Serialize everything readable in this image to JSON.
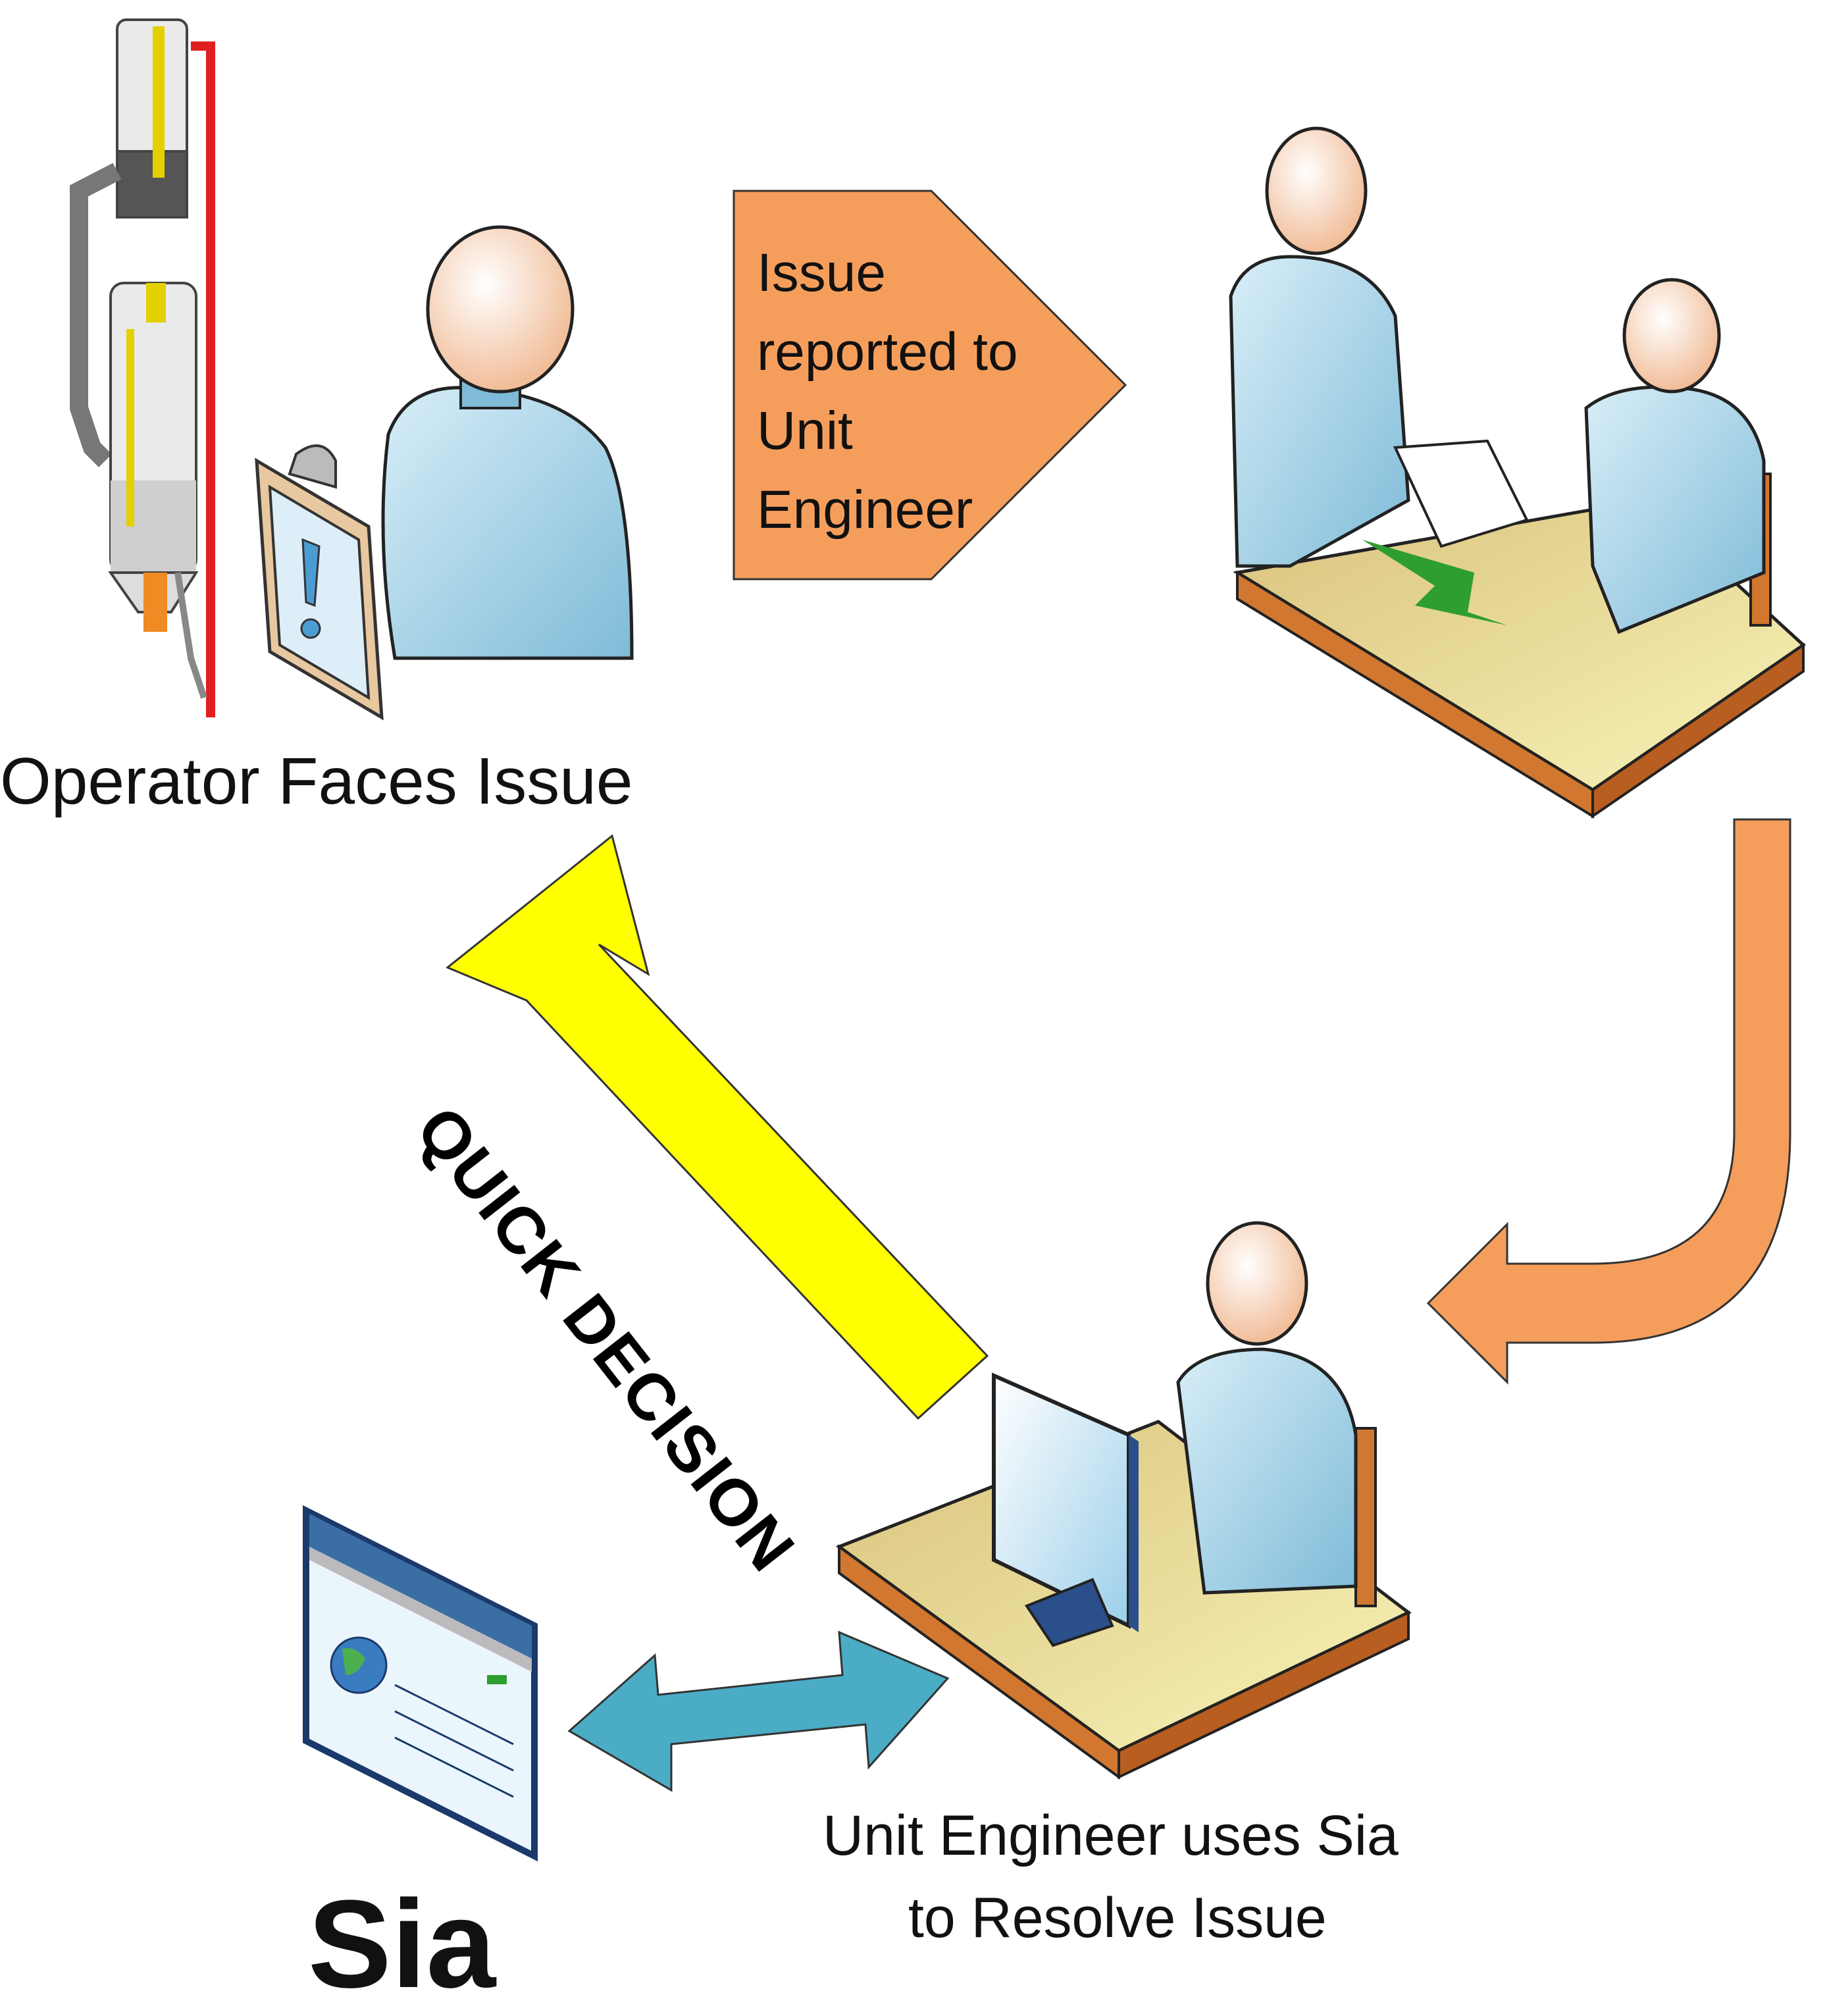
{
  "diagram": {
    "operator_label": "Operator Faces Issue",
    "report_label": "Issue reported to Unit Engineer",
    "quick_decision_label": "QUICK DECISION",
    "engineer_label_line1": "Unit Engineer uses Sia",
    "engineer_label_line2": "to Resolve Issue",
    "sia_label": "Sia"
  },
  "colors": {
    "orange_arrow": "#F59E5C",
    "yellow_arrow": "#FFFF00",
    "teal_arrow": "#4BACC6",
    "desk": "#E8D89A",
    "desk_side": "#D2772F",
    "person_body": "#A8D4E8",
    "person_skin": "#F5C6A5",
    "red_pipe": "#E02020",
    "green_arrow": "#2E9E2E"
  },
  "icons": [
    "reactor-icon",
    "clipboard-alert-icon",
    "person-icon",
    "document-icon",
    "desk-icon",
    "computer-monitor-icon",
    "browser-window-icon",
    "globe-icon"
  ]
}
